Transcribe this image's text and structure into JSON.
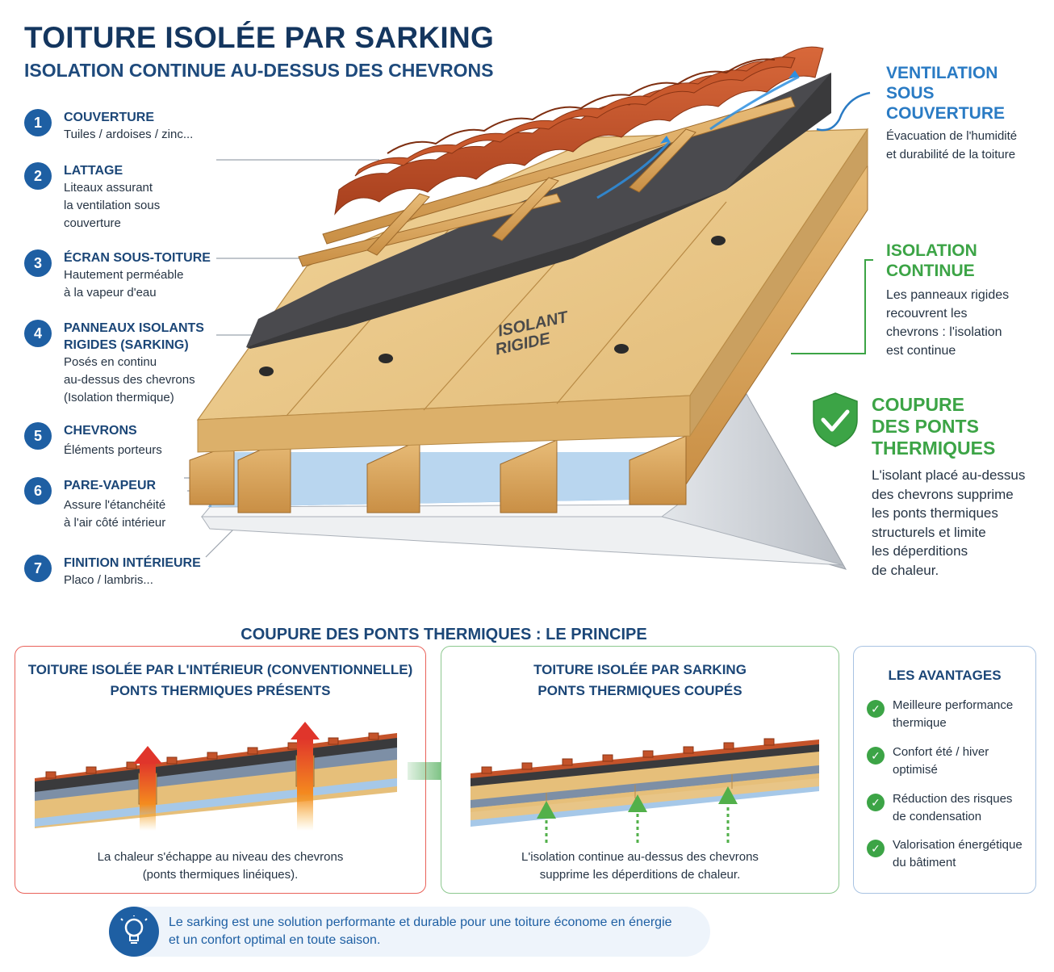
{
  "title": "TOITURE ISOLÉE PAR SARKING",
  "subtitle": "ISOLATION CONTINUE AU-DESSUS DES CHEVRONS",
  "layers": [
    {
      "num": "1",
      "title": "COUVERTURE",
      "desc": [
        "Tuiles / ardoises / zinc..."
      ]
    },
    {
      "num": "2",
      "title": "LATTAGE",
      "desc": [
        "Liteaux assurant",
        "la ventilation sous",
        "couverture"
      ]
    },
    {
      "num": "3",
      "title": "ÉCRAN SOUS-TOITURE",
      "desc": [
        "Hautement perméable",
        "à la vapeur d'eau"
      ]
    },
    {
      "num": "4",
      "title": "PANNEAUX ISOLANTS",
      "title2": "RIGIDES (SARKING)",
      "desc": [
        "Posés en continu",
        "au-dessus des chevrons",
        "(Isolation thermique)"
      ]
    },
    {
      "num": "5",
      "title": "CHEVRONS",
      "desc": [
        "Éléments porteurs"
      ]
    },
    {
      "num": "6",
      "title": "PARE-VAPEUR",
      "desc": [
        "Assure l'étanchéité",
        "à l'air côté intérieur"
      ]
    },
    {
      "num": "7",
      "title": "FINITION INTÉRIEURE",
      "desc": [
        "Placo / lambris..."
      ]
    }
  ],
  "side": {
    "ventilation": {
      "title1": "VENTILATION",
      "title2": "SOUS COUVERTURE",
      "desc1": "Évacuation de l'humidité",
      "desc2": "et durabilité de la toiture"
    },
    "isolation": {
      "title1": "ISOLATION",
      "title2": "CONTINUE",
      "desc": [
        "Les panneaux rigides",
        "recouvrent les",
        "chevrons : l'isolation",
        "est continue"
      ]
    },
    "coupure": {
      "title": [
        "COUPURE",
        "DES PONTS",
        "THERMIQUES"
      ],
      "desc": [
        "L'isolant placé au-dessus",
        "des chevrons supprime",
        "les ponts thermiques",
        "structurels et limite",
        "les déperditions",
        "de chaleur."
      ]
    }
  },
  "isolant_label": [
    "ISOLANT",
    "RIGIDE"
  ],
  "principle": {
    "title": "COUPURE DES PONTS THERMIQUES : LE PRINCIPE",
    "left": {
      "title1": "TOITURE ISOLÉE PAR L'INTÉRIEUR (CONVENTIONNELLE)",
      "title2": "PONTS THERMIQUES PRÉSENTS",
      "caption1": "La chaleur s'échappe au niveau des chevrons",
      "caption2": "(ponts thermiques linéiques)."
    },
    "right": {
      "title1": "TOITURE ISOLÉE PAR SARKING",
      "title2": "PONTS THERMIQUES COUPÉS",
      "caption1": "L'isolation continue au-dessus des chevrons",
      "caption2": "supprime les déperditions de chaleur."
    }
  },
  "advantages": {
    "title": "LES AVANTAGES",
    "items": [
      [
        "Meilleure performance",
        "thermique"
      ],
      [
        "Confort été / hiver",
        "optimisé"
      ],
      [
        "Réduction des risques",
        "de condensation"
      ],
      [
        "Valorisation énergétique",
        "du bâtiment"
      ]
    ]
  },
  "tip": [
    "Le sarking est une solution performante et durable pour une toiture économe en énergie",
    "et un confort optimal en toute saison."
  ],
  "colors": {
    "navy": "#14365f",
    "blue": "#1e5fa3",
    "light_blue": "#2a7bc4",
    "green": "#3ca446",
    "red": "#e0352b",
    "wood": "#d8a55f",
    "tile": "#c4532a"
  }
}
